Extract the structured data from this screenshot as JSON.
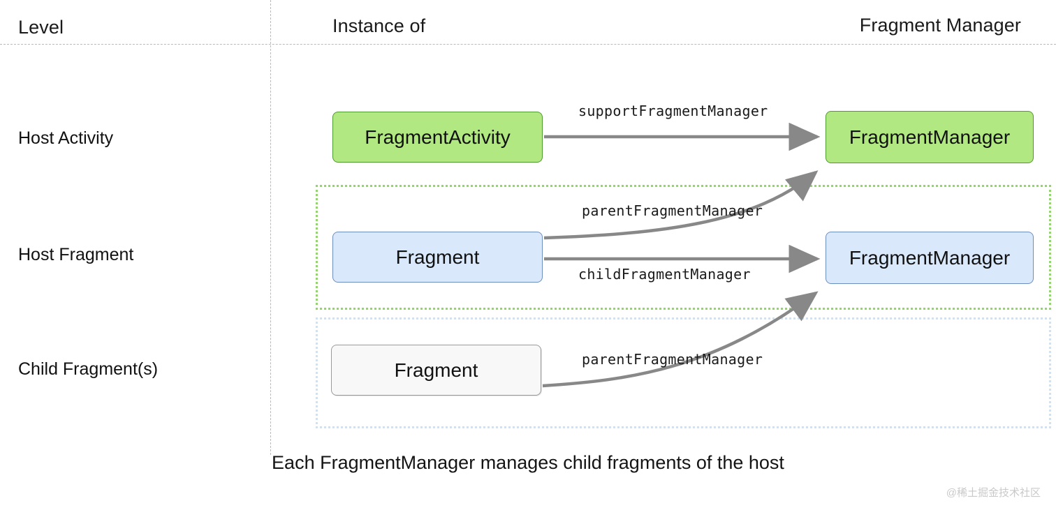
{
  "diagram": {
    "columns": [
      {
        "id": "level",
        "label": "Level"
      },
      {
        "id": "instance",
        "label": "Instance of"
      },
      {
        "id": "manager",
        "label": "Fragment Manager"
      }
    ],
    "rows": [
      {
        "id": "host-activity",
        "label": "Host Activity"
      },
      {
        "id": "host-fragment",
        "label": "Host Fragment"
      },
      {
        "id": "child-fragment",
        "label": "Child Fragment(s)"
      }
    ],
    "nodes": [
      {
        "id": "fragment-activity",
        "label": "FragmentActivity",
        "style": "green",
        "fill": "#b1e881",
        "stroke": "#4f9a2f"
      },
      {
        "id": "fragment-manager-1",
        "label": "FragmentManager",
        "style": "green",
        "fill": "#b1e881",
        "stroke": "#4f9a2f"
      },
      {
        "id": "fragment-host",
        "label": "Fragment",
        "style": "blue",
        "fill": "#dae8fc",
        "stroke": "#6c8ebf"
      },
      {
        "id": "fragment-manager-2",
        "label": "FragmentManager",
        "style": "blue",
        "fill": "#dae8fc",
        "stroke": "#6c8ebf"
      },
      {
        "id": "fragment-child",
        "label": "Fragment",
        "style": "plain",
        "fill": "#f8f8f8",
        "stroke": "#9a9a9a"
      }
    ],
    "edges": [
      {
        "id": "support-fragment-manager",
        "label": "supportFragmentManager",
        "from": "fragment-activity",
        "to": "fragment-manager-1"
      },
      {
        "id": "parent-fragment-manager-host",
        "label": "parentFragmentManager",
        "from": "fragment-host",
        "to": "fragment-manager-1"
      },
      {
        "id": "child-fragment-manager",
        "label": "childFragmentManager",
        "from": "fragment-host",
        "to": "fragment-manager-2"
      },
      {
        "id": "parent-fragment-manager-child",
        "label": "parentFragmentManager",
        "from": "fragment-child",
        "to": "fragment-manager-2"
      }
    ],
    "groups": [
      {
        "id": "host-fragment-scope",
        "color": "#97d077"
      },
      {
        "id": "child-fragment-scope",
        "color": "#cfe2f3"
      }
    ],
    "caption": "Each FragmentManager manages child fragments of the host",
    "watermark": "@稀土掘金技术社区",
    "colors": {
      "arrow": "#888888",
      "divider": "#b9b9b9",
      "text": "#111111"
    }
  }
}
